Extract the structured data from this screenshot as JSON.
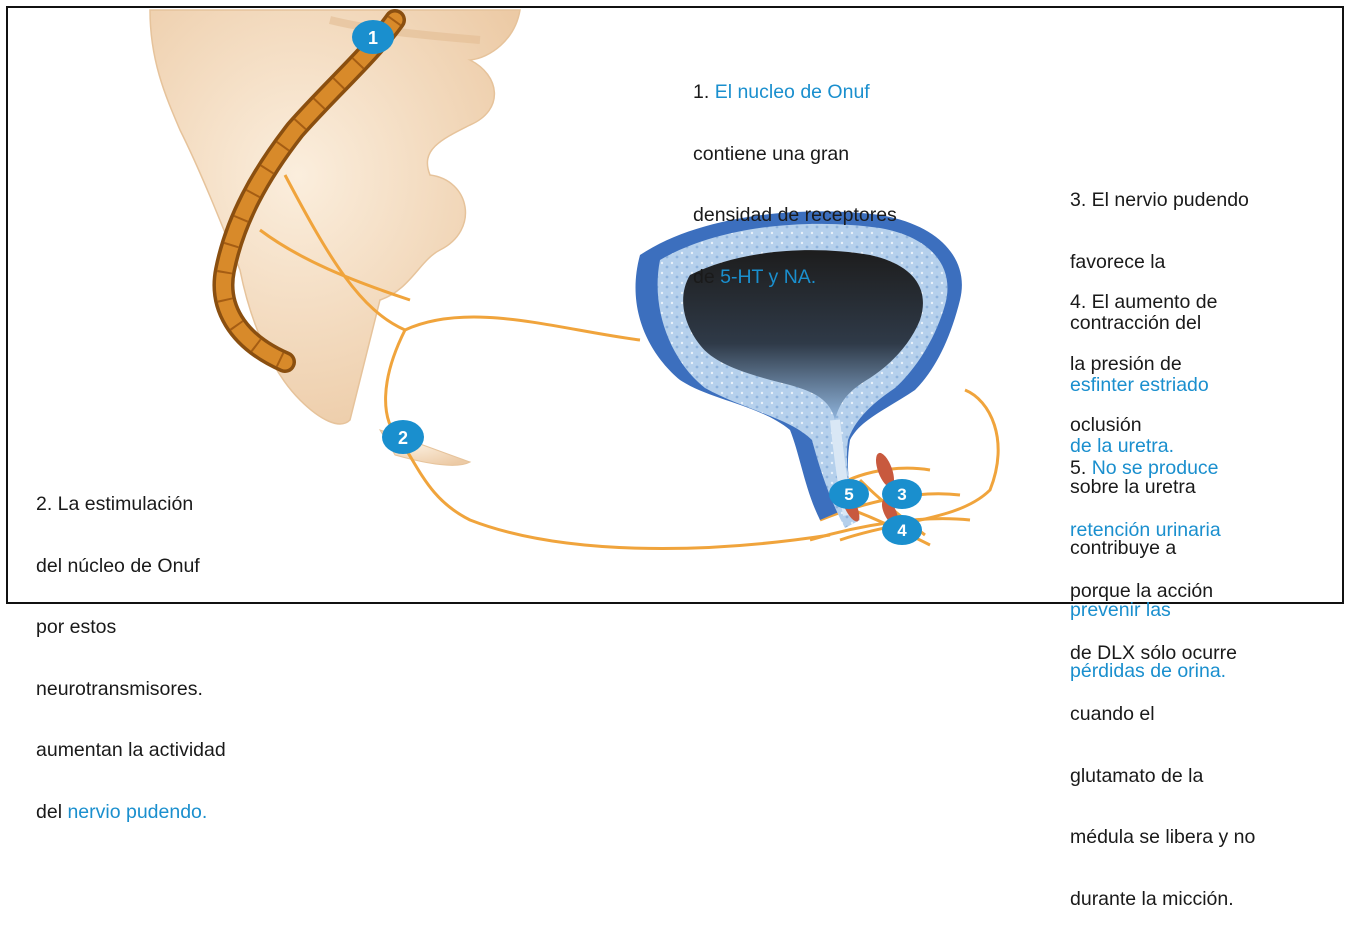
{
  "colors": {
    "blue_text": "#1a8fce",
    "nerve": "#f0a43c",
    "badge": "#1a8fce",
    "bladder_dark": "#2b2b2b",
    "bladder_wall": "#a9c9e8",
    "bladder_outer": "#3c6fbe",
    "bone": "#f5dfc4",
    "spinal_cord": "#c8781e"
  },
  "icons": {
    "badge": "numbered-circle-icon"
  },
  "badges": [
    "1",
    "2",
    "3",
    "4",
    "5"
  ],
  "note1": {
    "num": "1.",
    "l1_blue": "El nucleo de Onuf",
    "l2": "contiene una gran",
    "l3": "densidad de receptores",
    "l4_pre": "de",
    "l4_blue": "5-HT y NA."
  },
  "note2": {
    "l1": "2. La estimulación",
    "l2": "del núcleo de Onuf",
    "l3": "por estos",
    "l4": "neurotransmisores.",
    "l5": "aumentan la actividad",
    "l6_pre": "del",
    "l6_blue": "nervio pudendo."
  },
  "note3": {
    "l1": "3. El nervio pudendo",
    "l2": "favorece la",
    "l3": "contracción del",
    "l4_blue": "esfinter estriado",
    "l5_blue": "de la uretra."
  },
  "note4": {
    "l1": "4. El aumento de",
    "l2": "la presión de",
    "l3": "oclusión",
    "l4": "sobre la uretra",
    "l5": "contribuye a",
    "l6_blue": "prevenir las",
    "l7_blue": "pérdidas de orina."
  },
  "note5": {
    "num": "5.",
    "l1_blue": "No se produce",
    "l2_blue": "retención urinaria",
    "l3": "porque la acción",
    "l4": "de DLX sólo ocurre",
    "l5": "cuando el",
    "l6": "glutamato de la",
    "l7": "médula se libera y no",
    "l8": "durante la micción."
  }
}
